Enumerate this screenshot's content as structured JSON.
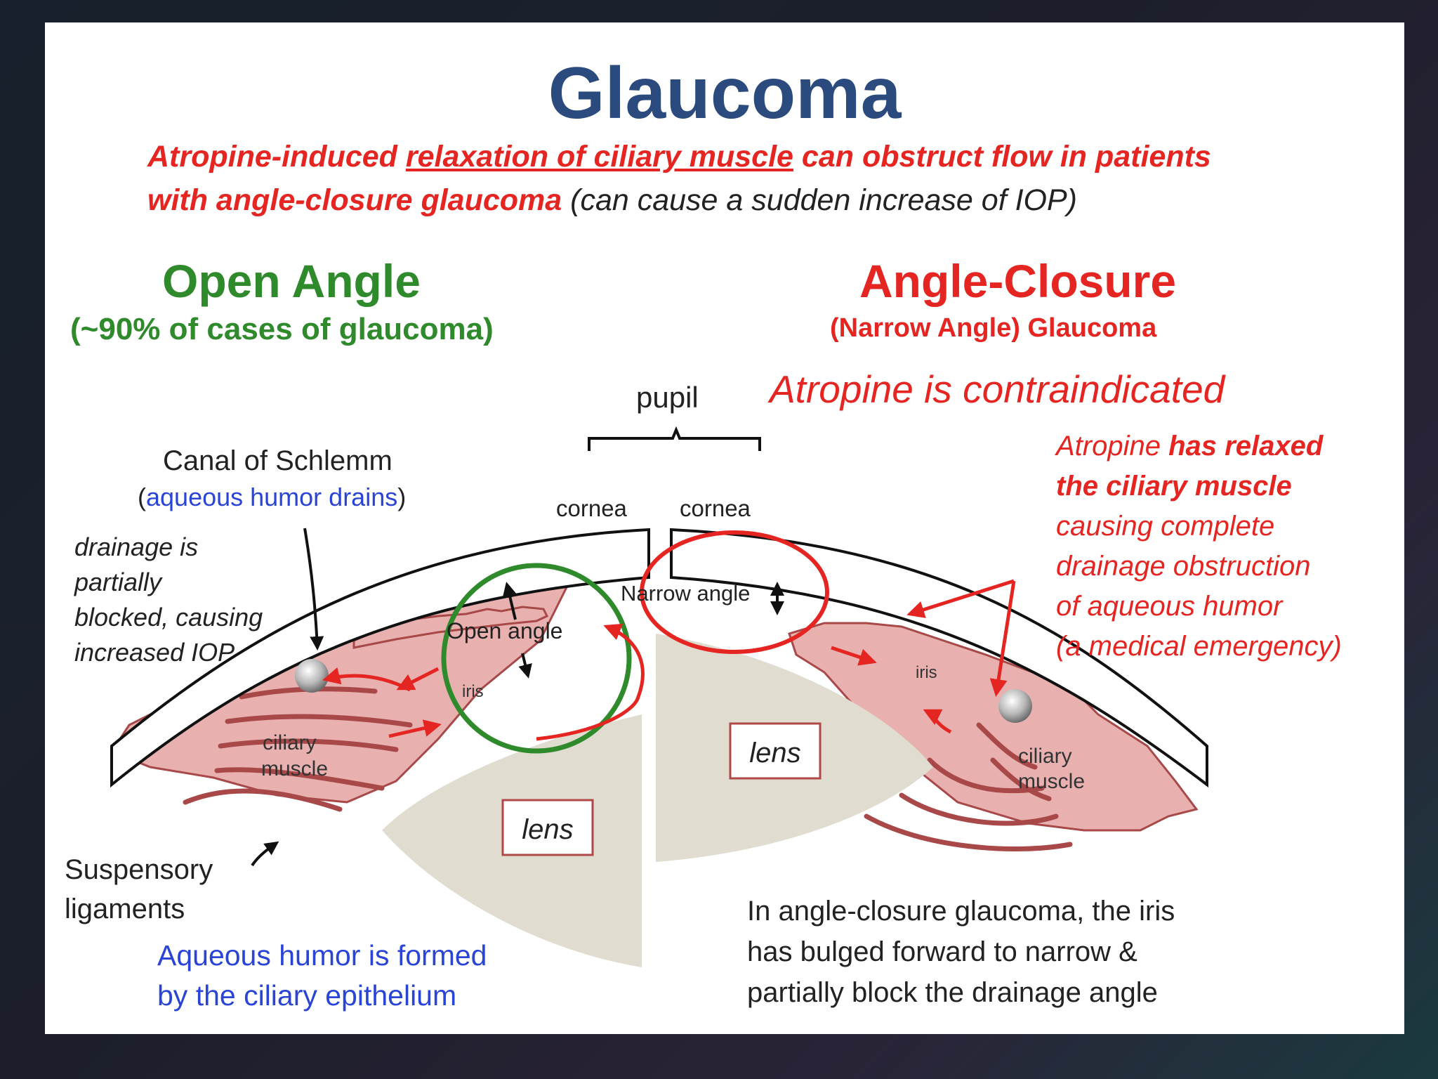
{
  "title": "Glaucoma",
  "intro": {
    "part1": "Atropine-induced ",
    "underlined": "relaxation of ciliary muscle",
    "part2": " can obstruct flow in patients",
    "line2_bold": "with angle-closure glaucoma",
    "line2_normal": " (can cause a sudden increase of IOP)"
  },
  "open_angle": {
    "heading": "Open Angle",
    "subheading": "(~90% of cases of glaucoma)"
  },
  "angle_closure": {
    "heading": "Angle-Closure",
    "subheading": "(Narrow Angle) Glaucoma",
    "contraindication": "Atropine is contraindicated",
    "note": {
      "l1a": "Atropine ",
      "l1b": "has relaxed",
      "l2": "the ciliary muscle",
      "l3": "causing complete",
      "l4": "drainage obstruction",
      "l5": "of aqueous humor",
      "l6": "(a medical emergency)"
    }
  },
  "labels": {
    "pupil": "pupil",
    "canal": "Canal of Schlemm",
    "canal_open_paren": "(",
    "canal_sub": "aqueous humor drains",
    "canal_close_paren": ")",
    "drainage_l1": "drainage is",
    "drainage_l2": "partially",
    "drainage_l3": "blocked, causing",
    "drainage_l4": "increased IOP",
    "cornea_left": "cornea",
    "cornea_right": "cornea",
    "open_angle": "Open angle",
    "narrow_angle": "Narrow angle",
    "iris_left": "iris",
    "iris_right": "iris",
    "ciliary_left_1": "ciliary",
    "ciliary_left_2": "muscle",
    "ciliary_right_1": "ciliary",
    "ciliary_right_2": "muscle",
    "lens_left": "lens",
    "lens_right": "lens",
    "suspensory_1": "Suspensory",
    "suspensory_2": "ligaments"
  },
  "notes": {
    "aqueous_1": "Aqueous humor is formed",
    "aqueous_2": "by the ciliary epithelium",
    "angle_closure_1": "In angle-closure glaucoma, the iris",
    "angle_closure_2": "has bulged forward to narrow &",
    "angle_closure_3": "partially block the drainage angle"
  },
  "colors": {
    "title": "#2b4b7f",
    "red": "#e52521",
    "green": "#2e8a2a",
    "blue": "#2a44d6",
    "tissue": "#e8b1b0",
    "tissue_edge": "#a84848",
    "lens": "#e1dcd0"
  }
}
